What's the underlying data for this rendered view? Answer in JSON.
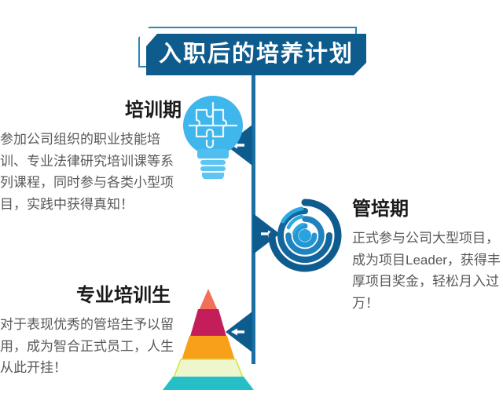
{
  "banner": {
    "title": "入职后的培养计划"
  },
  "colors": {
    "banner_fill": "#0E5C8E",
    "banner_frame": "#2E86B8",
    "spine": "#1A6FA3",
    "arrow": "#0E5C8E",
    "heading_text": "#1A1A1A",
    "body_text": "#58595B",
    "bulb_light": "#3FB6EC",
    "bulb_mid": "#29A3E0",
    "spiral_dark": "#0E5C8E",
    "spiral_light": "#2BA8E0",
    "pyramid_1": "#F0705A",
    "pyramid_2": "#C41E5A",
    "pyramid_3": "#F9A01B",
    "pyramid_4": "#EEF6CE",
    "pyramid_5": "#26BFC7"
  },
  "stages": [
    {
      "id": "training-period",
      "heading": "培训期",
      "body": "参加公司组织的职业技能培训、专业法律研究培训课等系列课程，同时参与各类小型项目，实践中获得真知！",
      "icon": "lightbulb-puzzle-icon",
      "arrow_direction": "left"
    },
    {
      "id": "management-trainee-period",
      "heading": "管培期",
      "body": "正式参与公司大型项目，成为项目Leader，获得丰厚项目奖金，轻松月入过万！",
      "icon": "spiral-target-icon",
      "arrow_direction": "right"
    },
    {
      "id": "professional-trainee",
      "heading": "专业培训生",
      "body": "对于表现优秀的管培生予以留用，成为智合正式员工，人生从此开挂！",
      "icon": "pyramid-icon",
      "arrow_direction": "left"
    }
  ]
}
